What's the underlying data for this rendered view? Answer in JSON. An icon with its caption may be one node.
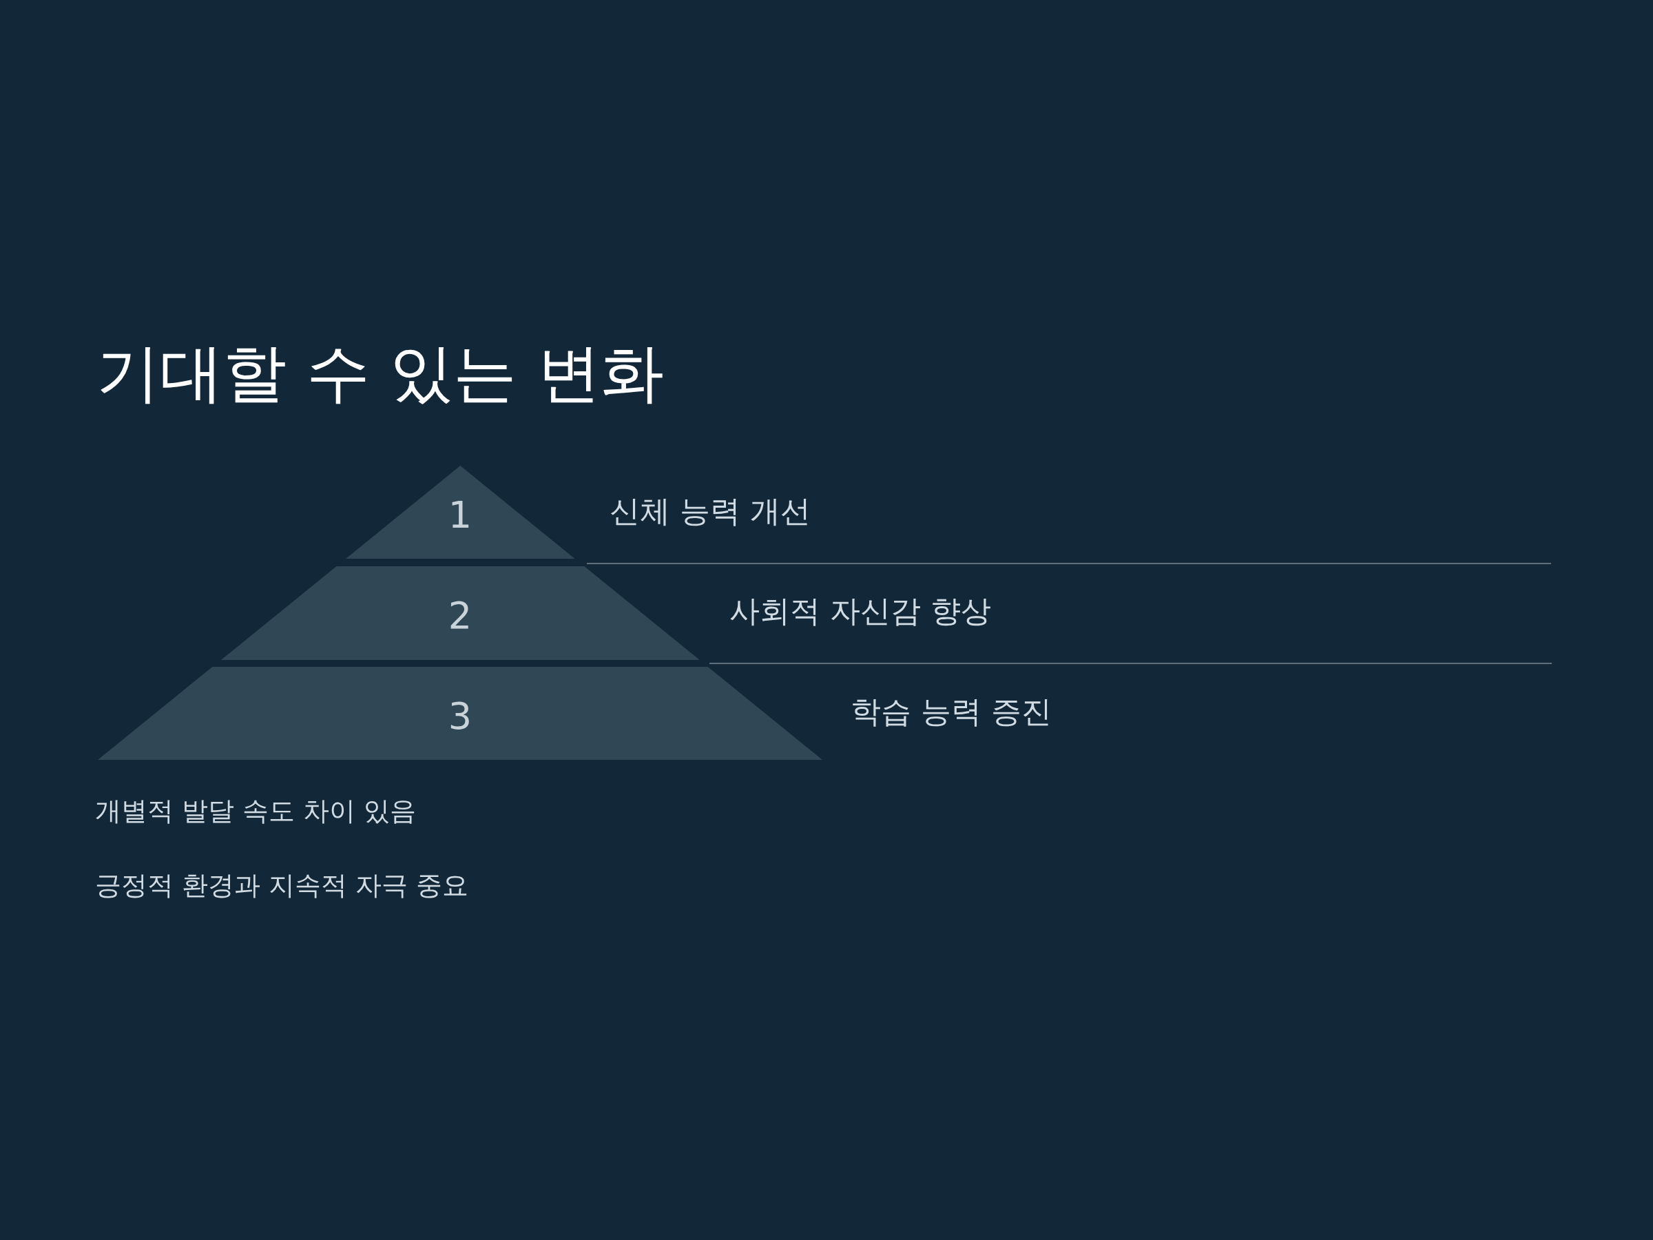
{
  "diagram": {
    "title": "기대할 수 있는 변화",
    "nodes": [
      {
        "text": [
          "1"
        ],
        "beside": [
          "신체 능력 개선"
        ]
      },
      {
        "text": [
          "2"
        ],
        "beside": [
          "사회적 자신감 향상"
        ]
      },
      {
        "text": [
          "3"
        ],
        "beside": [
          "학습 능력 증진"
        ]
      }
    ],
    "labels": [
      "개별적 발달 속도 차이 있음",
      "긍정적 환경과 지속적 자극 중요"
    ]
  }
}
